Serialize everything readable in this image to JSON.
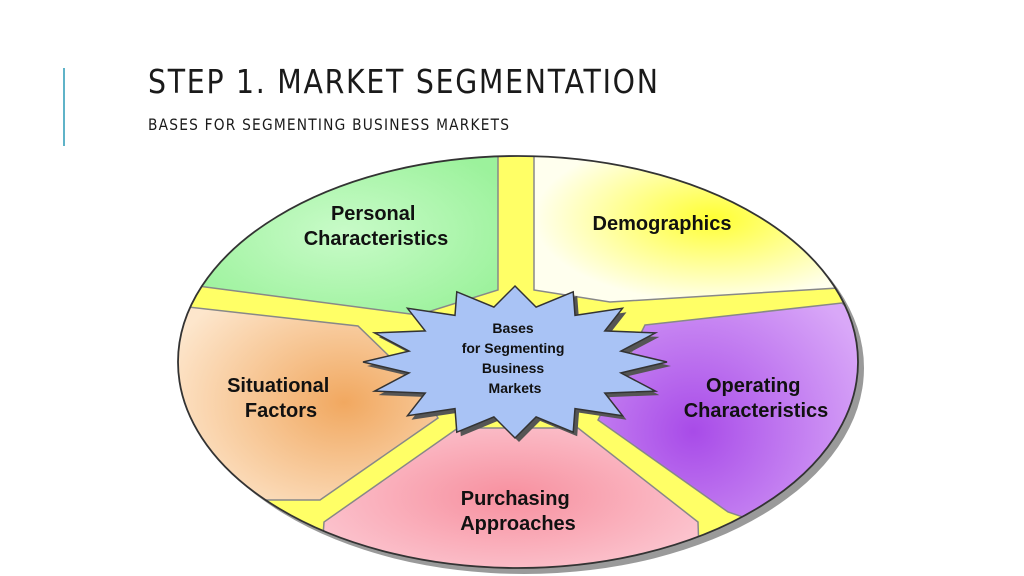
{
  "header": {
    "title": "STEP 1.  MARKET SEGMENTATION",
    "subtitle": "BASES FOR SEGMENTING BUSINESS MARKETS"
  },
  "diagram": {
    "center": {
      "lines": [
        "Bases",
        "for Segmenting",
        "Business",
        "Markets"
      ],
      "fill": "#a9c3f5"
    },
    "segments": [
      {
        "id": "personal",
        "lines": [
          "Personal",
          "Characteristics"
        ],
        "color": "#a6f5a6"
      },
      {
        "id": "demographics",
        "lines": [
          "Demographics"
        ],
        "color": "#fbfb9a"
      },
      {
        "id": "operating",
        "lines": [
          "Operating",
          "Characteristics"
        ],
        "color": "#c27ef2"
      },
      {
        "id": "purchasing",
        "lines": [
          "Purchasing",
          "Approaches"
        ],
        "color": "#f7a9b8"
      },
      {
        "id": "situational",
        "lines": [
          "Situational",
          "Factors"
        ],
        "color": "#f5c896"
      }
    ],
    "divider_color": "#ffff66"
  }
}
